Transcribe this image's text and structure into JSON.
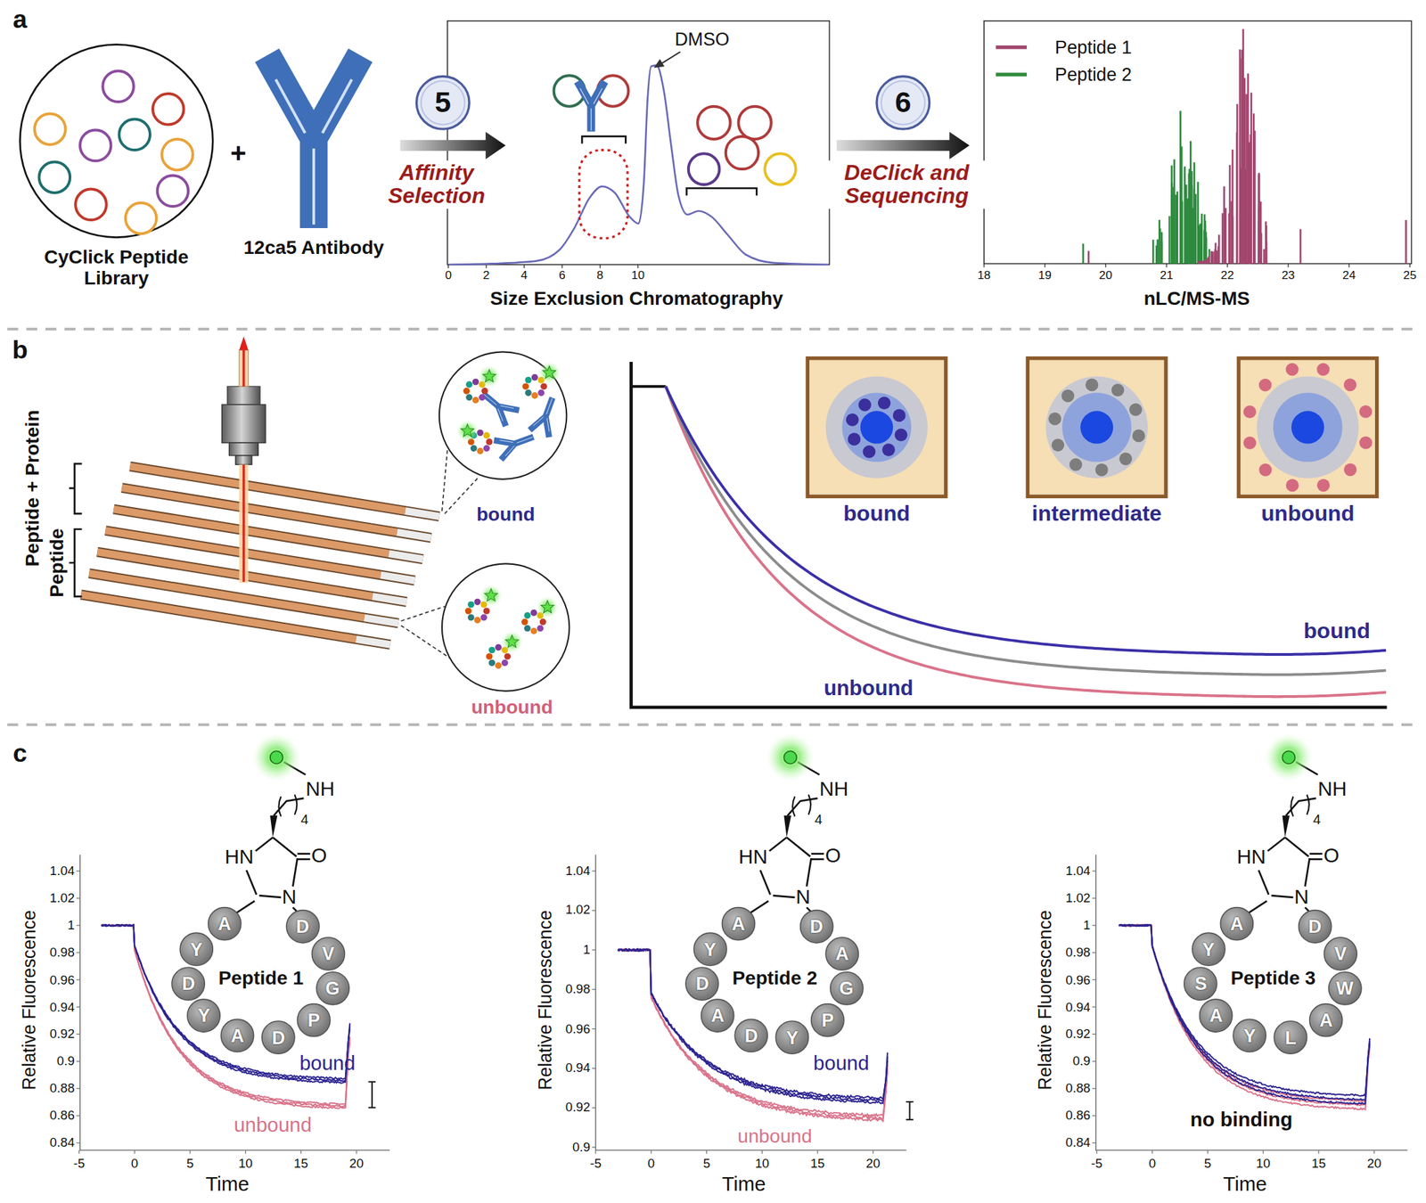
{
  "diagram": {
    "nodes": [
      {
        "text": [
          "CyClick Peptide Library"
        ]
      },
      {
        "text": [
          "5"
        ]
      },
      {
        "text": [
          "6"
        ]
      },
      {
        "text": [
          "bound"
        ]
      },
      {
        "text": [
          "intermediate"
        ]
      },
      {
        "text": [
          "unbound"
        ]
      },
      {
        "text": [
          "A"
        ]
      },
      {
        "text": [
          "Y"
        ]
      },
      {
        "text": [
          "D"
        ]
      },
      {
        "text": [
          "Y"
        ]
      },
      {
        "text": [
          "A"
        ]
      },
      {
        "text": [
          "D"
        ]
      },
      {
        "text": [
          "P"
        ]
      },
      {
        "text": [
          "G"
        ]
      },
      {
        "text": [
          "V"
        ]
      },
      {
        "text": [
          "D"
        ]
      },
      {
        "text": [
          "A"
        ]
      },
      {
        "text": [
          "Y"
        ]
      },
      {
        "text": [
          "D"
        ]
      },
      {
        "text": [
          "A"
        ]
      },
      {
        "text": [
          "D"
        ]
      },
      {
        "text": [
          "Y"
        ]
      },
      {
        "text": [
          "P"
        ]
      },
      {
        "text": [
          "G"
        ]
      },
      {
        "text": [
          "A"
        ]
      },
      {
        "text": [
          "D"
        ]
      },
      {
        "text": [
          "A"
        ]
      },
      {
        "text": [
          "Y"
        ]
      },
      {
        "text": [
          "S"
        ]
      },
      {
        "text": [
          "A"
        ]
      },
      {
        "text": [
          "Y"
        ]
      },
      {
        "text": [
          "L"
        ]
      },
      {
        "text": [
          "A"
        ]
      },
      {
        "text": [
          "W"
        ]
      },
      {
        "text": [
          "V"
        ]
      },
      {
        "text": [
          "D"
        ]
      }
    ],
    "labels": [
      "a",
      "+",
      "12ca5 Antibody",
      "Affinity Selection",
      "DMSO",
      "0",
      "2",
      "4",
      "6",
      "8",
      "10",
      "Size Exclusion Chromatography",
      "DeClick and Sequencing",
      "18",
      "19",
      "20",
      "21",
      "22",
      "23",
      "24",
      "25",
      "nLC/MS-MS",
      "b",
      "Peptide + Protein",
      "Peptide",
      "bound",
      "unbound",
      "bound",
      "unbound",
      "c",
      "NH",
      "4",
      "HN",
      "O",
      "N",
      "1.04",
      "1.02",
      "1",
      "0.98",
      "0.96",
      "0.94",
      "0.92",
      "0.9",
      "0.88",
      "0.86",
      "0.84",
      "-5",
      "0",
      "5",
      "10",
      "15",
      "20",
      "Relative Fluorescence",
      "Time",
      "Peptide 1",
      "bound",
      "unbound",
      "NH",
      "4",
      "HN",
      "O",
      "N",
      "1.04",
      "1.02",
      "1",
      "0.98",
      "0.96",
      "0.94",
      "0.92",
      "0.9",
      "-5",
      "0",
      "5",
      "10",
      "15",
      "20",
      "Relative Fluorescence",
      "Time",
      "Peptide 2",
      "bound",
      "unbound",
      "NH",
      "4",
      "HN",
      "O",
      "N",
      "1.04",
      "1.02",
      "1",
      "0.98",
      "0.96",
      "0.94",
      "0.92",
      "0.9",
      "0.88",
      "0.86",
      "0.84",
      "-5",
      "0",
      "5",
      "10",
      "15",
      "20",
      "Relative Fluorescence",
      "Time",
      "Peptide 3",
      "no binding"
    ],
    "legend": [
      {
        "text": "Peptide 1",
        "color": "#a3466f"
      },
      {
        "text": "Peptide 2",
        "color": "#2e8b3e"
      }
    ]
  }
}
